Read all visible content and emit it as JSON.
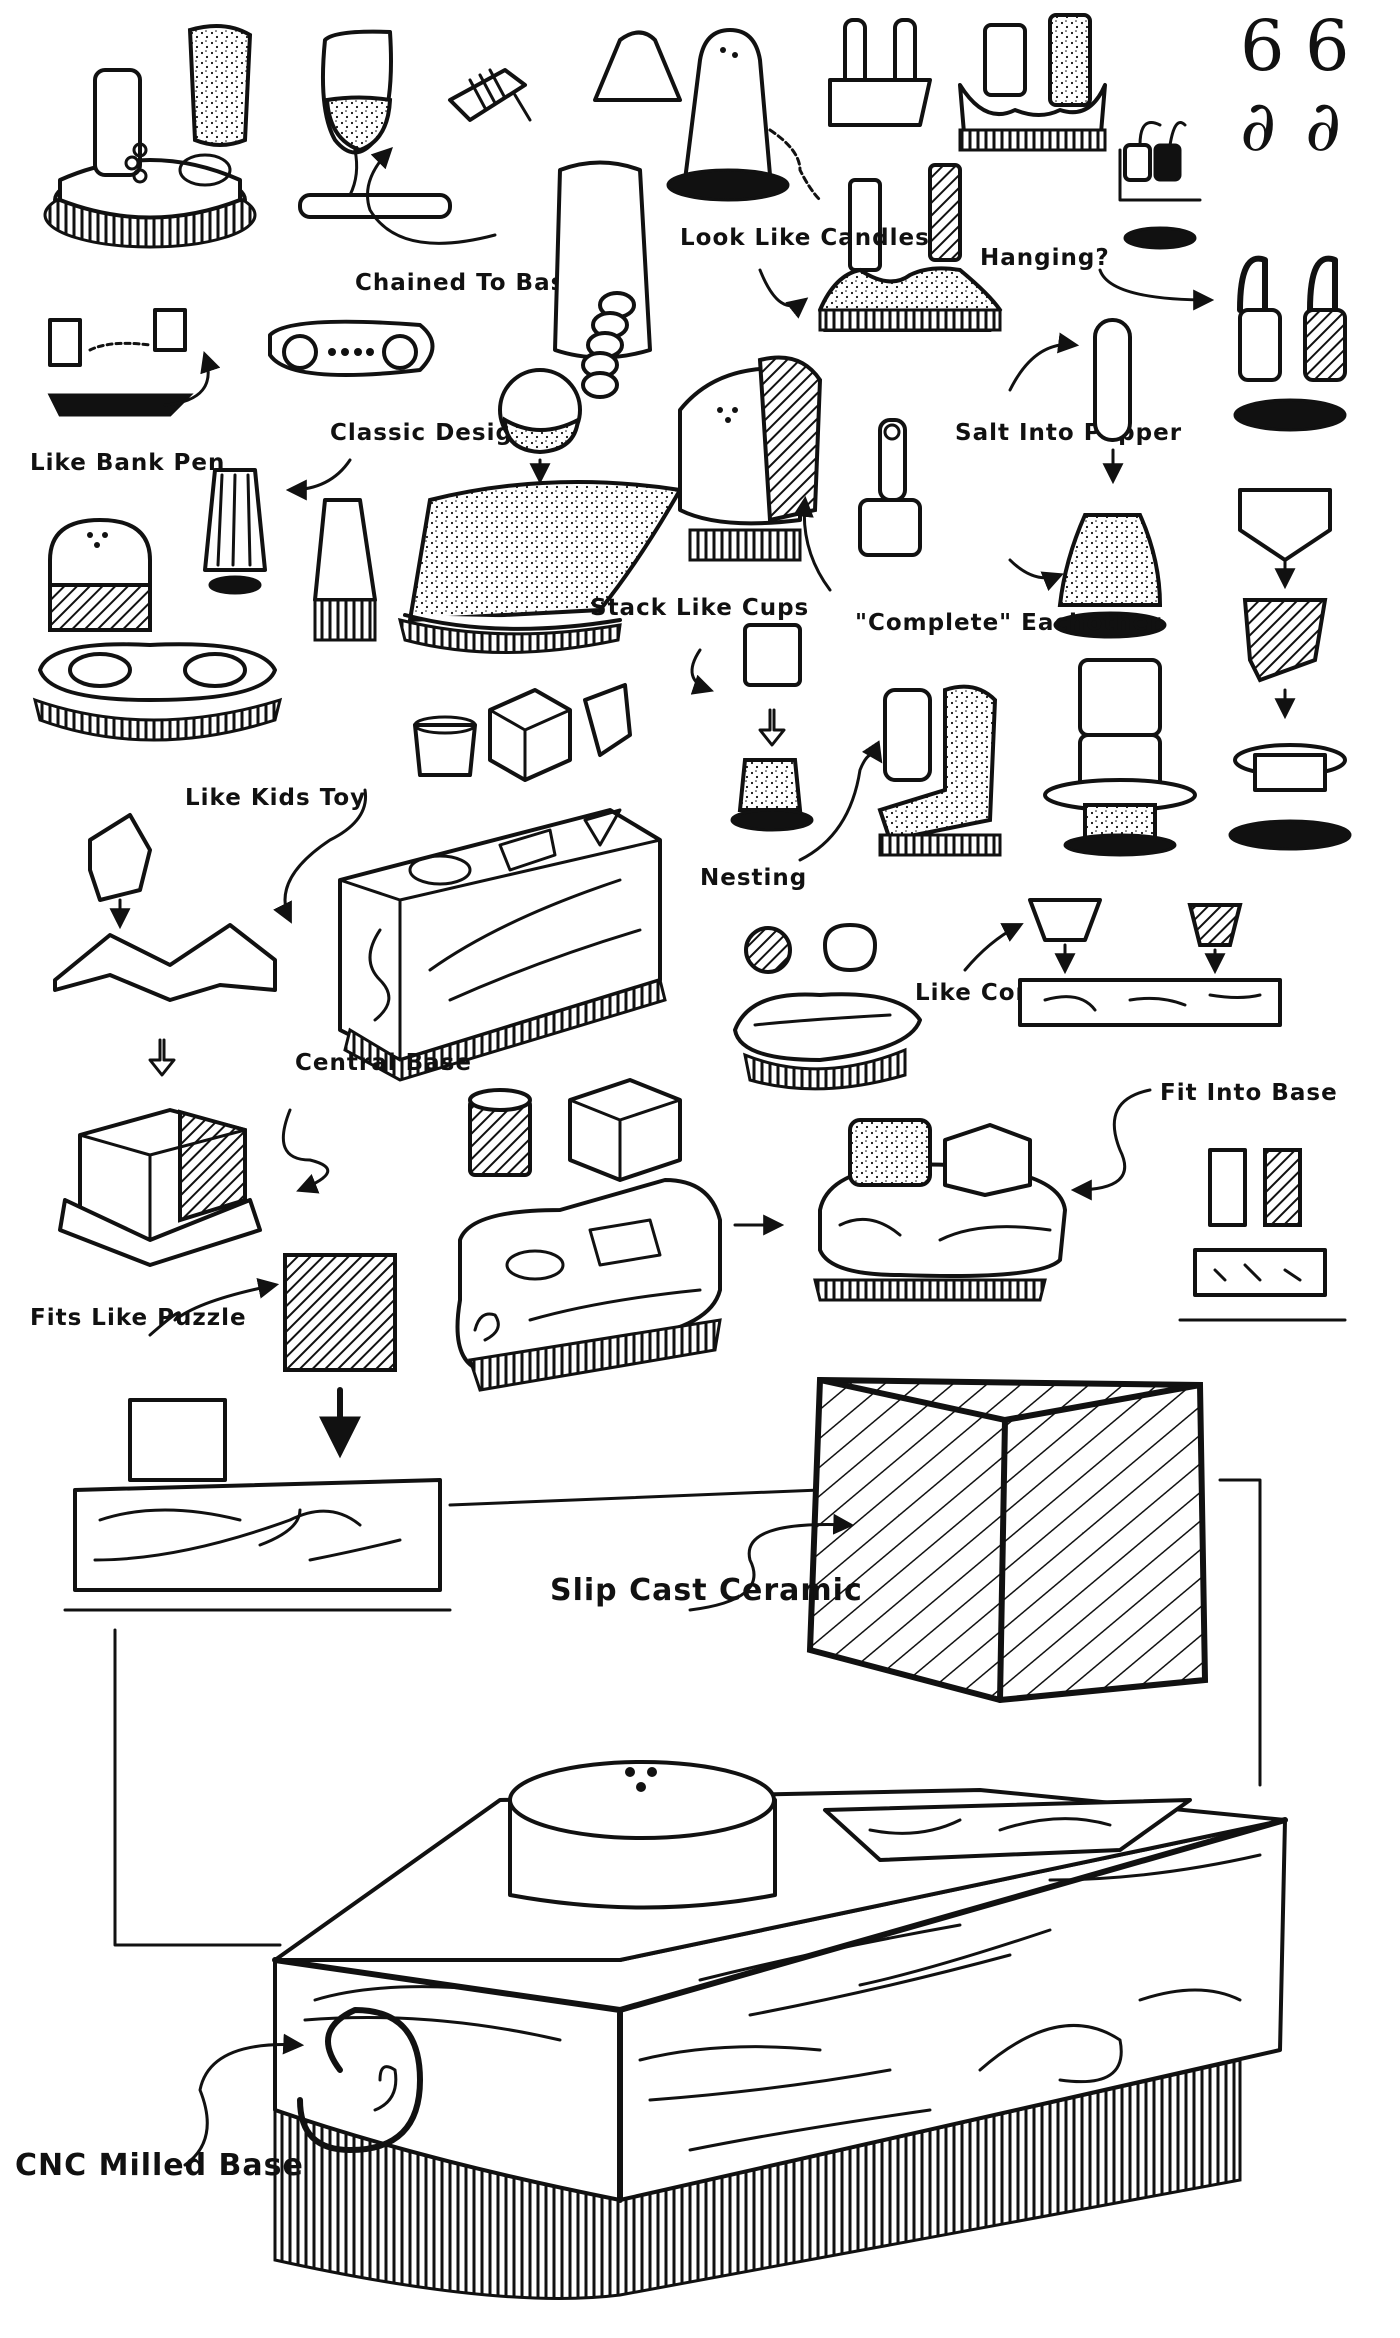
{
  "labels": {
    "chained_to_base": "Chained To Base",
    "look_like_candles": "Look Like Candles",
    "hanging": "Hanging?",
    "like_bank_pen": "Like Bank Pen",
    "classic_design": "Classic Design",
    "salt_into_pepper": "Salt Into Pepper",
    "stack_like_cups": "Stack Like Cups",
    "complete_eachother": "\"Complete\" Eachother",
    "like_kids_toy": "Like Kids Toy",
    "nesting": "Nesting",
    "like_corks": "Like Corks",
    "central_base": "Central Base",
    "fit_into_base": "Fit Into Base",
    "fits_like_puzzle": "Fits Like Puzzle",
    "slip_cast_ceramic": "Slip Cast Ceramic",
    "cnc_milled_base": "CNC Milled Base"
  }
}
